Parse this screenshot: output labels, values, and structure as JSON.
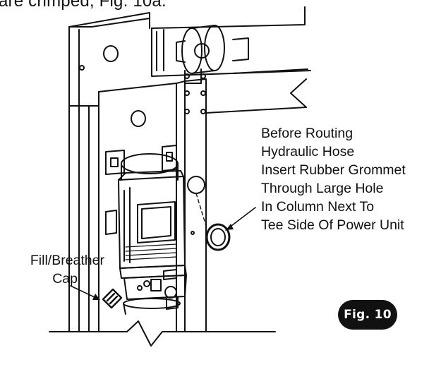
{
  "header": {
    "partial_caption": "are crimped, Fig. 10a."
  },
  "callouts": {
    "grommet_note": [
      "Before Routing",
      "Hydraulic Hose",
      "Insert Rubber Grommet",
      "Through Large Hole",
      "In Column Next To",
      "Tee Side Of Power Unit"
    ],
    "cap_label": [
      "Fill/Breather",
      "Cap"
    ]
  },
  "figure_badge": "Fig. 10",
  "colors": {
    "ink": "#111111",
    "badge_bg": "#111111",
    "badge_text": "#ffffff",
    "paper": "#ffffff"
  }
}
